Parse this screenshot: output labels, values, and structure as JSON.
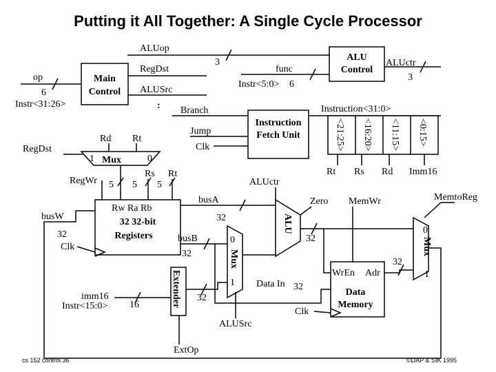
{
  "title": "Putting it All Together: A Single Cycle Processor",
  "footer": {
    "left": "cs 152 control.36",
    "right": "©DAP & SIK 1995"
  },
  "labels": {
    "aluop": "ALUop",
    "regdst_top": "RegDst",
    "three_a": "3",
    "func": "func",
    "alu_control": [
      "ALU",
      "Control"
    ],
    "aluctr_top": "ALUctr",
    "three_b": "3",
    "instr_5_0": "Instr<5:0>",
    "six_b": "6",
    "op": "op",
    "six_a": "6",
    "instr_31_26": "Instr<31:26>",
    "main_control": [
      "Main",
      "Control"
    ],
    "alusrc_top": "ALUSrc",
    "dots": ":",
    "branch": "Branch",
    "instruction_31_0": "Instruction<31:0>",
    "jump": "Jump",
    "clk_fetch": "Clk",
    "ifu": [
      "Instruction",
      "Fetch Unit"
    ],
    "bits": [
      "<21:25>",
      "<16:20>",
      "<11:15>",
      "<0:15>"
    ],
    "rd": "Rd",
    "rt": "Rt",
    "regdst_left": "RegDst",
    "mux_one": "1",
    "mux": "Mux",
    "mux_zero": "0",
    "rs": "Rs",
    "rt2": "Rt",
    "regwr": "RegWr",
    "five1": "5",
    "five2": "5",
    "five3": "5",
    "aluctr_mid": "ALUctr",
    "field_rt": "Rt",
    "field_rs": "Rs",
    "field_rd": "Rd",
    "field_imm": "Imm16",
    "zero": "Zero",
    "memwr": "MemWr",
    "memtoreg": "MemtoReg",
    "busw": "busW",
    "rw_ra_rb": "Rw  Ra  Rb",
    "registers": [
      "32 32-bit",
      "Registers"
    ],
    "busa": "busA",
    "busa_32": "32",
    "alu": "ALU",
    "thirtytwo_left": "32",
    "clk_left": "Clk",
    "busb": "busB",
    "busb_32": "32",
    "mux_b_zero": "0",
    "mux_b": "Mux",
    "mux_b_one": "1",
    "alu_out_32": "32",
    "mux_m_zero": "0",
    "mux_m": "Mux",
    "mux_m_one": "1",
    "wren": "WrEn",
    "adr": "Adr",
    "mem_32": "32",
    "data_in": "Data In",
    "data_in_32": "32",
    "data_memory": [
      "Data",
      "Memory"
    ],
    "clk_mem": "Clk",
    "imm16": "imm16",
    "instr_15_0": "Instr<15:0>",
    "sixteen": "16",
    "extender": "Extender",
    "ext_32": "32",
    "alusrc_bottom": "ALUSrc",
    "extop": "ExtOp"
  }
}
